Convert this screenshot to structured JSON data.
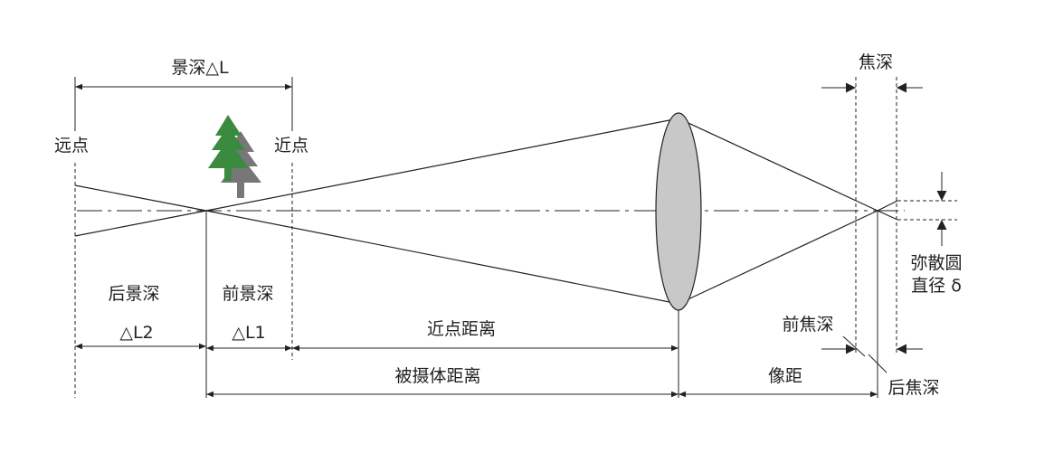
{
  "labels": {
    "dof": "景深△L",
    "far_point": "远点",
    "near_point": "近点",
    "focus_depth": "焦深",
    "rear_dof": "后景深",
    "front_dof": "前景深",
    "delta_l2": "△L2",
    "delta_l1": "△L1",
    "near_distance": "近点距离",
    "subject_distance": "被摄体距离",
    "image_distance": "像距",
    "front_focus_depth": "前焦深",
    "rear_focus_depth": "后焦深",
    "coc_line1": "弥散圆",
    "coc_line2": "直径 δ"
  },
  "colors": {
    "tree_front": "#3a8a3f",
    "tree_back": "#777777",
    "lens_fill": "#c8c8c8",
    "line": "#222222"
  }
}
